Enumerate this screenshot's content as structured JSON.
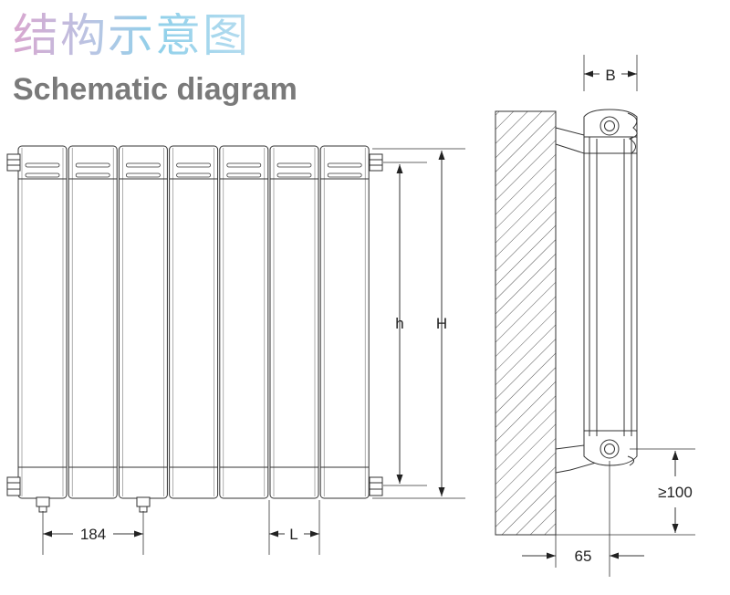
{
  "title": {
    "chinese": "结构示意图",
    "english": "Schematic diagram"
  },
  "front_view": {
    "section_count": 7,
    "labels": {
      "small_height": "h",
      "total_height": "H",
      "connection_spacing": "184",
      "section_length": "L"
    }
  },
  "side_view": {
    "labels": {
      "depth": "B",
      "floor_clearance": "≥100",
      "wall_distance": "65"
    }
  },
  "colors": {
    "line": "#333333",
    "title_gray": "#7a7a7a"
  }
}
